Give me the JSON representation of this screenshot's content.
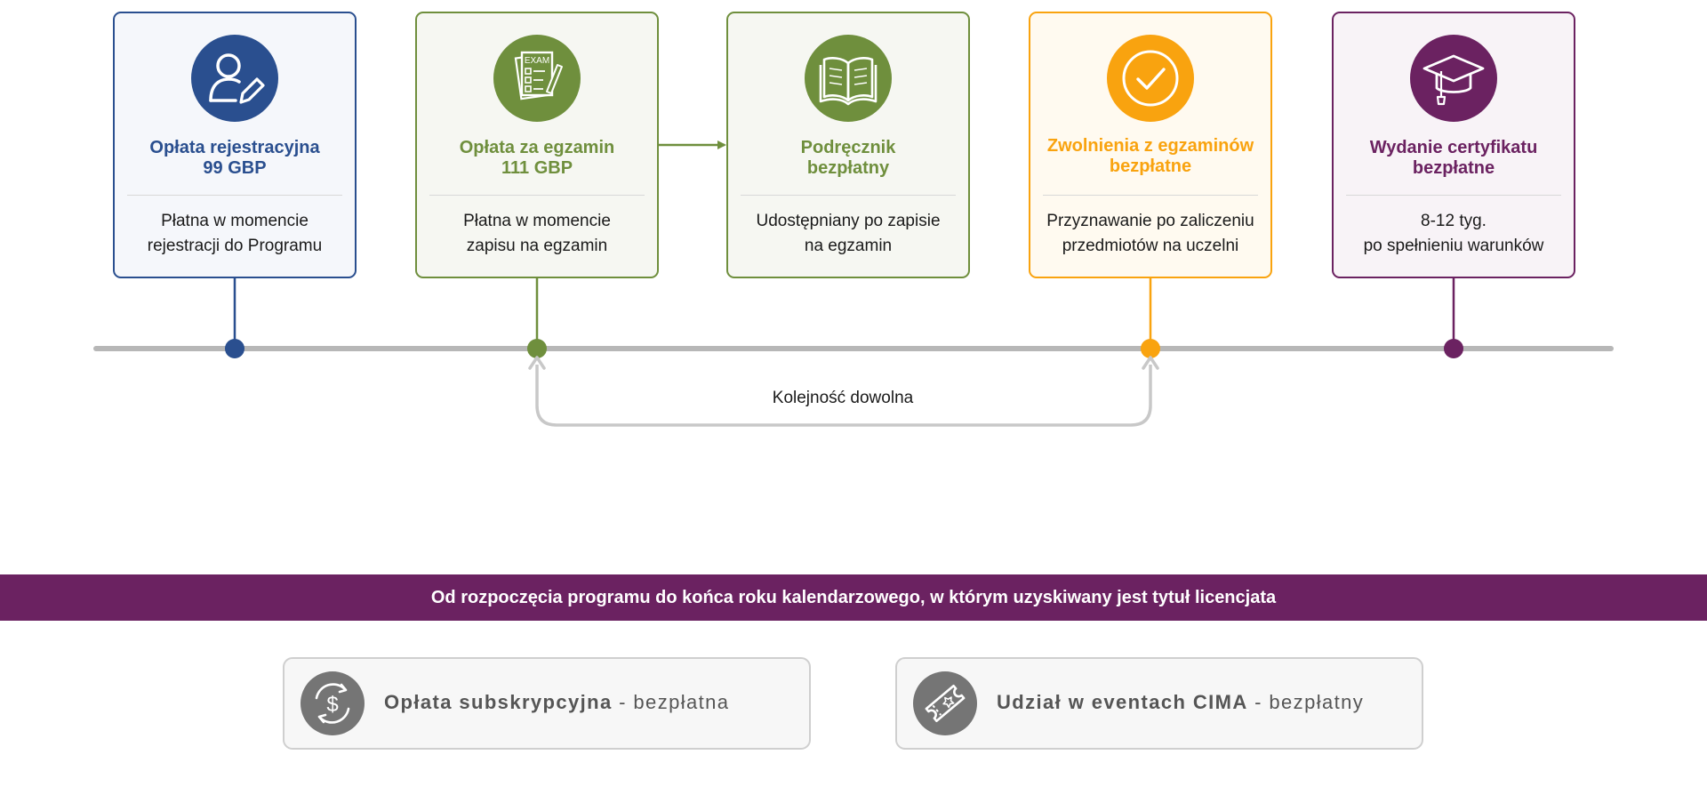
{
  "colors": {
    "blue": "#2a4f8f",
    "green": "#6f8f3d",
    "orange": "#f9a30f",
    "purple": "#6b2261",
    "timeline": "#b7b7b7",
    "return_arrow": "#c8c8c8",
    "banner": "#6b2261",
    "pill_icon": "#757575"
  },
  "cards": [
    {
      "icon": "user-edit-icon",
      "title_lines": [
        "Opłata rejestracyjna",
        "99 GBP"
      ],
      "desc_lines": [
        "Płatna w momencie",
        "rejestracji do Programu"
      ]
    },
    {
      "icon": "exam-sheet-icon",
      "icon_text": "EXAM",
      "title_lines": [
        "Opłata za egzamin",
        "111 GBP"
      ],
      "desc_lines": [
        "Płatna w momencie",
        "zapisu na egzamin"
      ]
    },
    {
      "icon": "open-book-icon",
      "title_lines": [
        "Podręcznik",
        "bezpłatny"
      ],
      "desc_lines": [
        "Udostępniany po zapisie",
        "na egzamin"
      ]
    },
    {
      "icon": "check-circle-icon",
      "title_lines": [
        "Zwolnienia z egzaminów",
        "bezpłatne"
      ],
      "desc_lines": [
        "Przyznawanie po zaliczeniu",
        "przedmiotów na uczelni"
      ]
    },
    {
      "icon": "graduation-cap-icon",
      "title_lines": [
        "Wydanie certyfikatu",
        "bezpłatne"
      ],
      "desc_lines": [
        "8-12 tyg.",
        "po spełnieniu warunków"
      ]
    }
  ],
  "timeline": {
    "any_order_label": "Kolejność dowolna"
  },
  "banner": {
    "text": "Od rozpoczęcia programu do końca roku kalendarzowego, w którym uzyskiwany jest tytuł licencjata"
  },
  "benefits": [
    {
      "icon": "dollar-cycle-icon",
      "label": "Opłata subskrypcyjna",
      "separator": " - ",
      "value": "bezpłatna"
    },
    {
      "icon": "ticket-icon",
      "label": "Udział w eventach CIMA",
      "separator": " - ",
      "value": "bezpłatny"
    }
  ]
}
